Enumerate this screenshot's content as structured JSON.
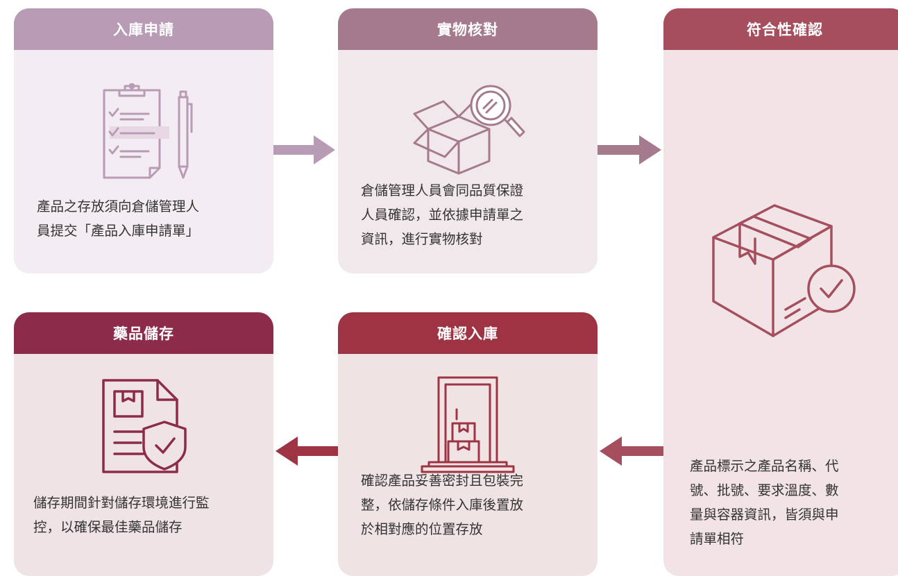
{
  "colors": {
    "step1": "#b89cb5",
    "step2": "#a47a8c",
    "step3": "#a44e5e",
    "step4": "#9e3344",
    "step5": "#8c2b4a"
  },
  "steps": [
    {
      "title": "入庫申請",
      "icon": "clipboard-checklist-icon",
      "lines": [
        "產品之存放須向倉儲管理人",
        "員提交「產品入庫申請單」"
      ]
    },
    {
      "title": "實物核對",
      "icon": "open-box-magnifier-icon",
      "lines": [
        "倉儲管理人員會同品質保證",
        "人員確認，並依據申請單之",
        "資訊，進行實物核對"
      ]
    },
    {
      "title": "符合性確認",
      "icon": "package-check-icon",
      "lines": [
        "產品標示之產品名稱、代",
        "號、批號、要求溫度、數",
        "量與容器資訊，皆須與申",
        "請單相符"
      ]
    },
    {
      "title": "確認入庫",
      "icon": "warehouse-door-boxes-icon",
      "lines": [
        "確認產品妥善密封且包裝完",
        "整，依儲存條件入庫後置放",
        "於相對應的位置存放"
      ]
    },
    {
      "title": "藥品儲存",
      "icon": "document-shield-icon",
      "lines": [
        "儲存期間針對儲存環境進行監",
        "控，以確保最佳藥品儲存"
      ]
    }
  ]
}
